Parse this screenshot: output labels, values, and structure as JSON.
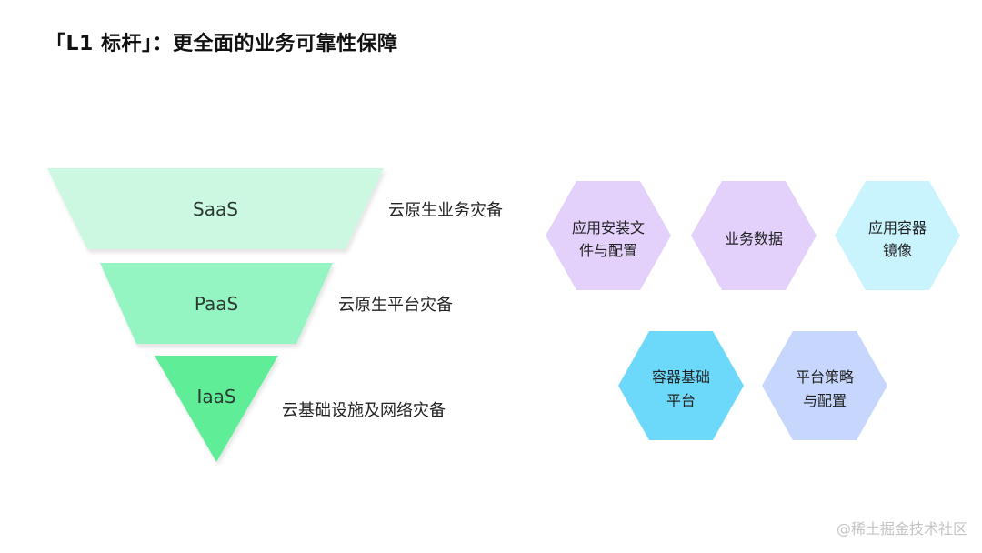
{
  "title": "「L1 标杆」：更全面的业务可靠性保障",
  "layers": [
    {
      "label": "SaaS",
      "description": "云原生业务灾备",
      "color": "#ccf7e0"
    },
    {
      "label": "PaaS",
      "description": "云原生平台灾备",
      "color": "#95f5c2"
    },
    {
      "label": "IaaS",
      "description": "云基础设施及网络灾备",
      "color": "#5eed98"
    }
  ],
  "hexagons": [
    {
      "lines": [
        "应用安装文",
        "件与配置"
      ],
      "color": "#e3d1fb"
    },
    {
      "lines": [
        "业务数据"
      ],
      "color": "#e3d1fb"
    },
    {
      "lines": [
        "应用容器",
        "镜像"
      ],
      "color": "#c9f3fd"
    },
    {
      "lines": [
        "容器基础",
        "平台"
      ],
      "color": "#6dd9fa"
    },
    {
      "lines": [
        "平台策略",
        "与配置"
      ],
      "color": "#c6d6fd"
    }
  ],
  "watermark": "@稀土掘金技术社区"
}
